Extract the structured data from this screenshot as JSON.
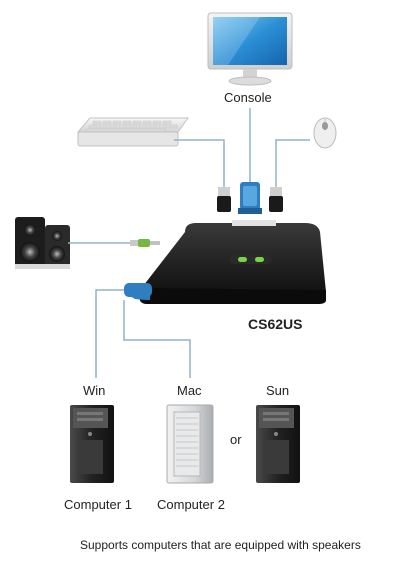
{
  "labels": {
    "console": "Console",
    "device": "CS62US",
    "win": "Win",
    "mac": "Mac",
    "sun": "Sun",
    "or": "or",
    "computer1": "Computer 1",
    "computer2": "Computer 2",
    "caption": "Supports computers that are equipped with speakers"
  },
  "colors": {
    "cable": "#8fb3c8",
    "connector_blue": "#2f7fc0",
    "device_body": "#1c1c1c",
    "led": "#7bd34a",
    "tower_dark": "#2a2a2a",
    "tower_silver": "#d7d9dc"
  }
}
